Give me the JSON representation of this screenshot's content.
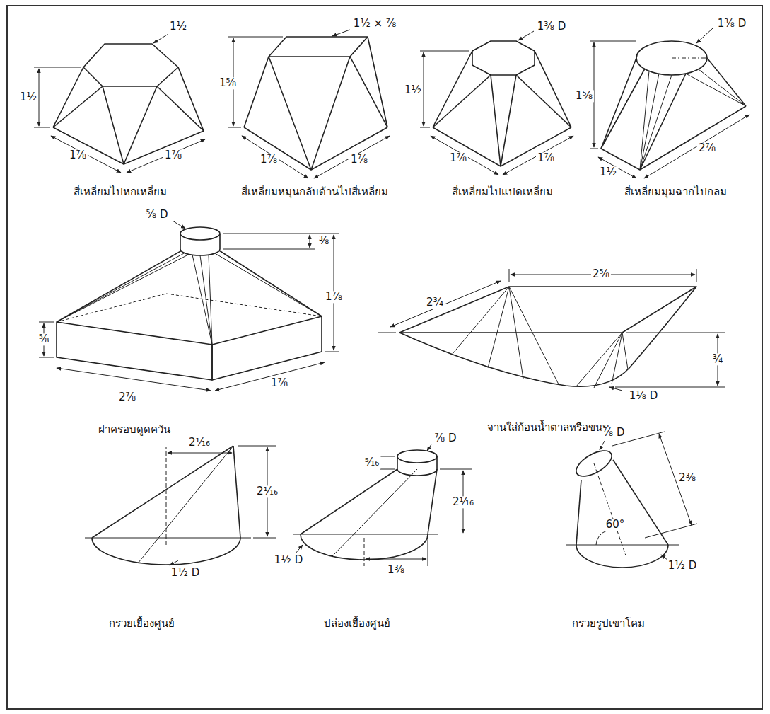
{
  "diagram": {
    "labels": [
      "1½",
      "1½",
      "1⅞",
      "1⅞",
      "สี่เหลี่ยมไปหกเหลี่ยม",
      "1½ × ⅞",
      "1⅝",
      "1⅞",
      "1⅞",
      "สี่เหลี่ยมหมุนกลับด้านไปสี่เหลี่ยม",
      "1⅜ D",
      "1½",
      "1⅞",
      "1⅞",
      "สี่เหลี่ยมไปแปดเหลี่ยม",
      "1⅜ D",
      "1⅝",
      "1½",
      "2⅞",
      "สี่เหลี่ยมมุมฉากไปกลม",
      "⅝ D",
      "⅜",
      "1⅞",
      "⅝",
      "2⅞",
      "1⅞",
      "ฝาครอบดูดควัน",
      "2⅝",
      "2¾",
      "¾",
      "1⅛ D",
      "จานใส่ก้อนน้ำตาลหรือขนม",
      "2¹⁄₁₆",
      "2¹⁄₁₆",
      "1½ D",
      "กรวยเยื้องศูนย์",
      "⅞ D",
      "⁵⁄₁₆",
      "2¹⁄₁₆",
      "1½ D",
      "1⅜",
      "ปล่องเยื้องศูนย์",
      "⅞ D",
      "2⅜",
      "60°",
      "1½ D",
      "กรวยรูปเขาโคม"
    ]
  }
}
